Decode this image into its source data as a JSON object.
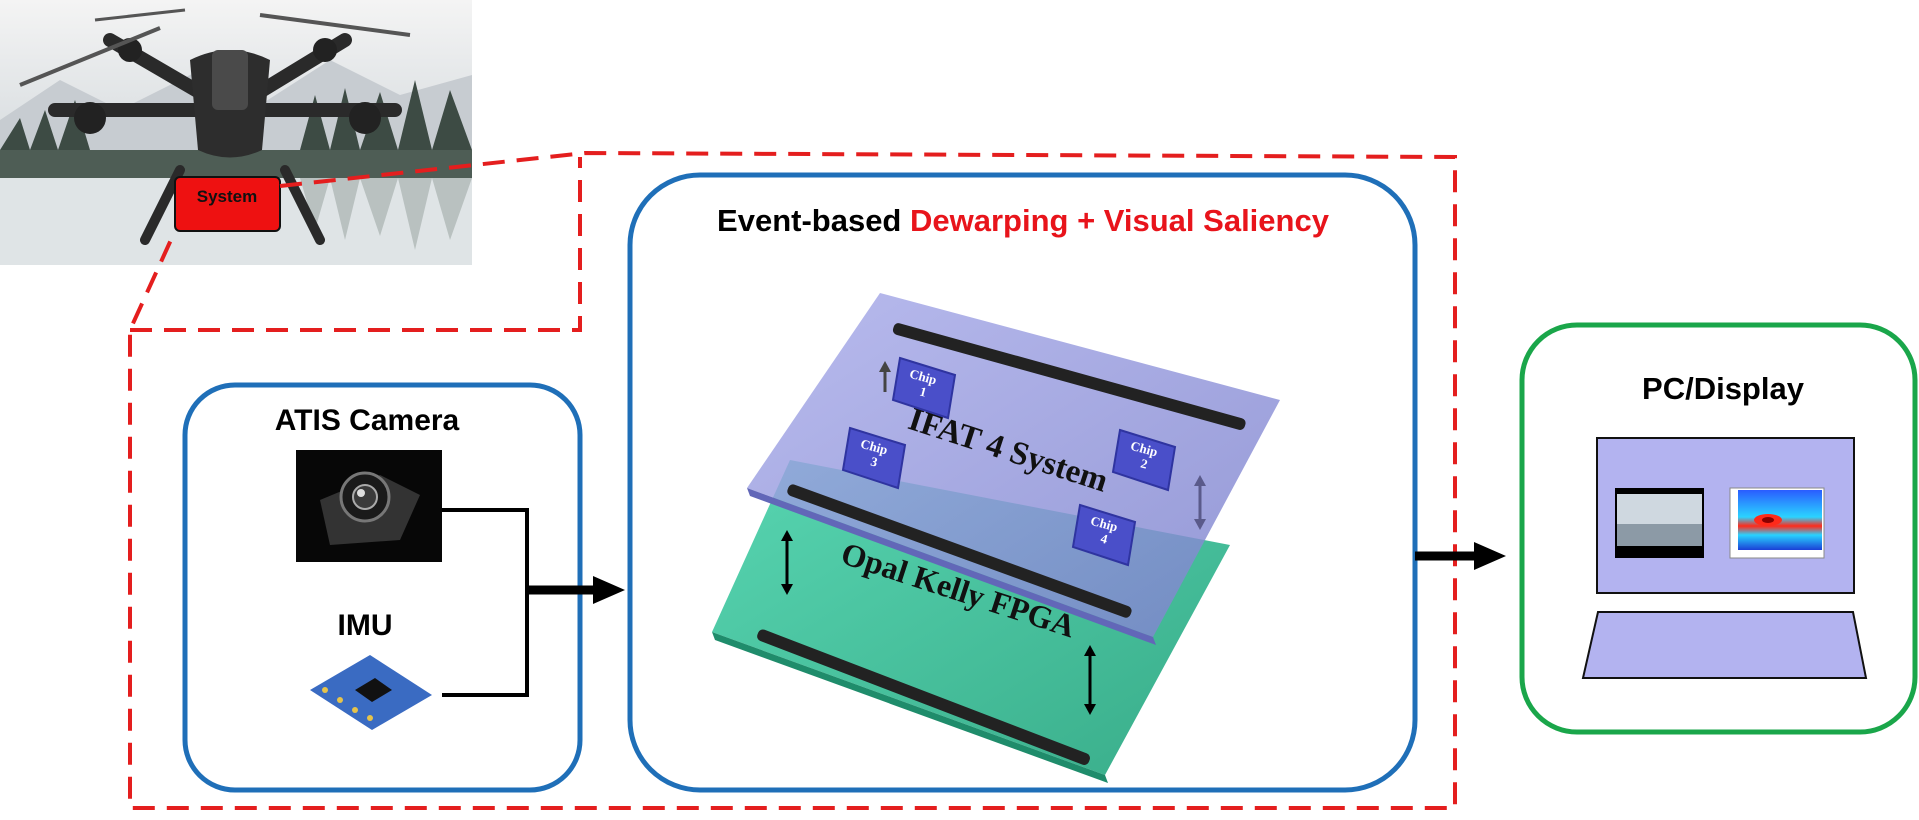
{
  "drone_label": "System",
  "panels": {
    "sensors": {
      "camera_title": "ATIS Camera",
      "imu_title": "IMU"
    },
    "processing": {
      "title_black": "Event-based ",
      "title_red": "Dewarping + Visual Saliency",
      "board_top": "IFAT 4 System",
      "board_bottom": "Opal Kelly FPGA",
      "chips": [
        {
          "word": "Chip",
          "num": "1"
        },
        {
          "word": "Chip",
          "num": "2"
        },
        {
          "word": "Chip",
          "num": "3"
        },
        {
          "word": "Chip",
          "num": "4"
        }
      ]
    },
    "display": {
      "title": "PC/Display"
    }
  },
  "colors": {
    "dashed_outline": "#e41e1e",
    "sensor_panel": "#1f6fb8",
    "processing_panel": "#1f6fb8",
    "display_panel": "#1aa64a",
    "top_board": "#8b8fd6",
    "bottom_board": "#3dbf9a",
    "chip": "#4a4fc9",
    "title_highlight": "#e8141b",
    "screen": "#b3b3f0"
  }
}
